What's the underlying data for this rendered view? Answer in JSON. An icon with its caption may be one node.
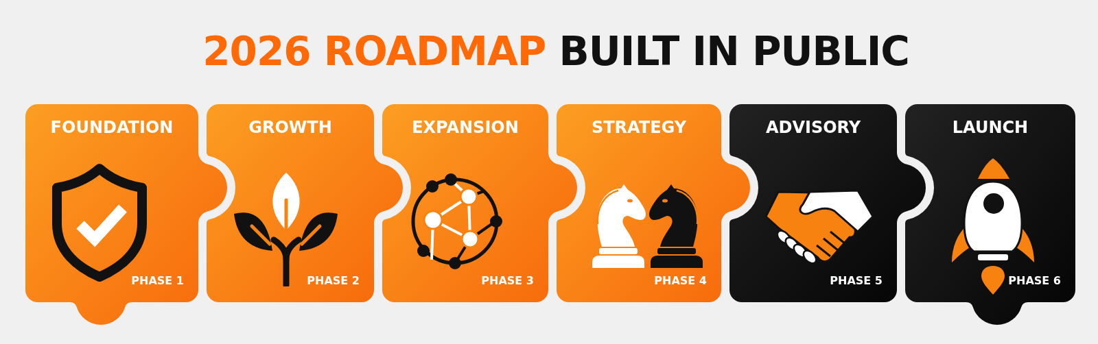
{
  "diagram": {
    "title": "**2026 ROADMAP** BUILT IN PUBLIC",
    "nodes": [
      {
        "text": [
          "FOUNDATION",
          "PHASE 1"
        ]
      },
      {
        "text": [
          "GROWTH",
          "PHASE 2"
        ]
      },
      {
        "text": [
          "EXPANSION",
          "PHASE 3"
        ]
      },
      {
        "text": [
          "STRATEGY",
          "PHASE 4"
        ]
      },
      {
        "text": [
          "ADVISORY",
          "PHASE 5"
        ]
      },
      {
        "text": [
          "LAUNCH",
          "PHASE 6"
        ]
      }
    ]
  }
}
